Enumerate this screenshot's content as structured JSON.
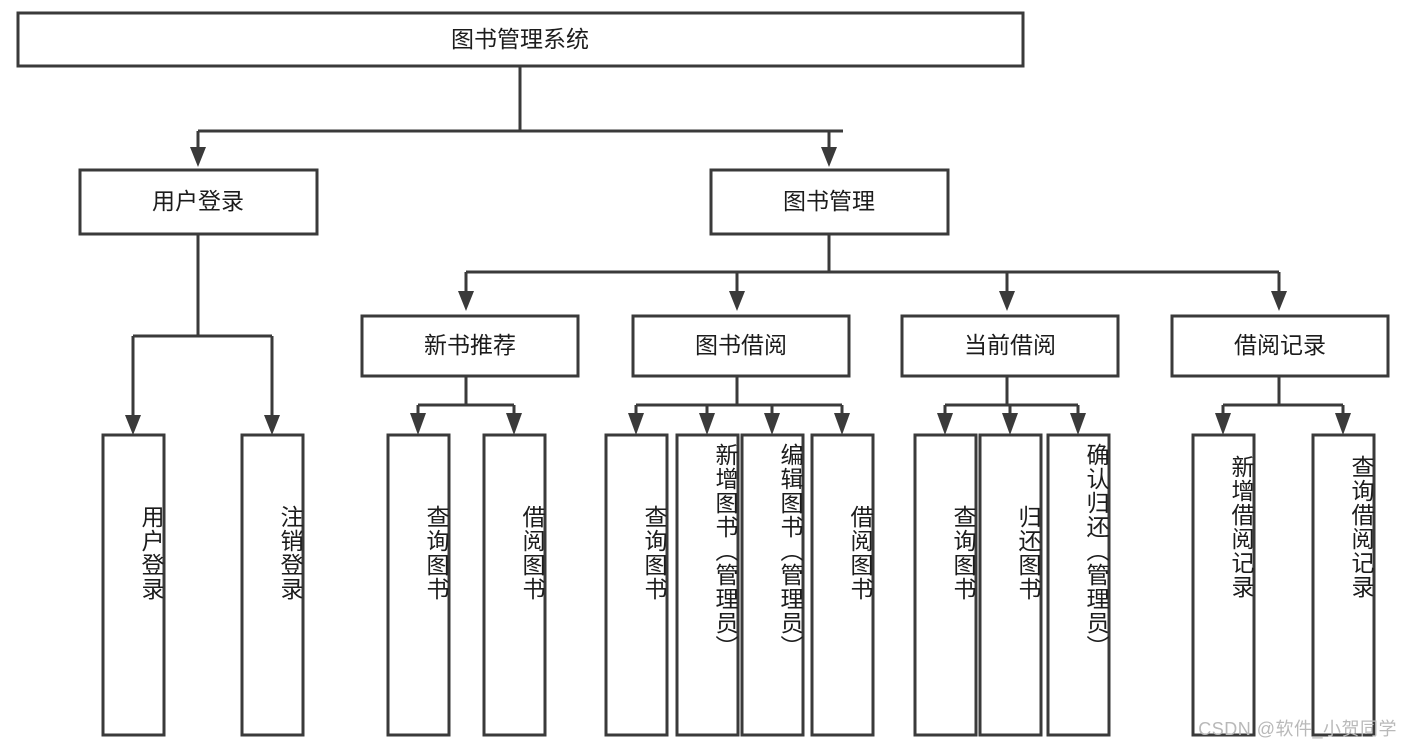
{
  "diagram": {
    "title": "图书管理系统",
    "watermark": "CSDN @软件_小贺同学",
    "colors": {
      "stroke": "#3a3a3a",
      "box_fill": "#ffffff",
      "text": "#1c1c1c",
      "watermark": "#b9b9b9",
      "background": "#ffffff"
    },
    "nodes": {
      "root": {
        "label": "图书管理系统"
      },
      "level2": [
        {
          "label": "用户登录"
        },
        {
          "label": "图书管理"
        }
      ],
      "level3": [
        {
          "label": "新书推荐"
        },
        {
          "label": "图书借阅"
        },
        {
          "label": "当前借阅"
        },
        {
          "label": "借阅记录"
        }
      ],
      "leaves": {
        "user_login": [
          {
            "label": "用户登录"
          },
          {
            "label": "注销登录"
          }
        ],
        "new_book": [
          {
            "label": "查询图书"
          },
          {
            "label": "借阅图书"
          }
        ],
        "book_borrow": [
          {
            "label": "查询图书"
          },
          {
            "label": "新增图书（管理员）"
          },
          {
            "label": "编辑图书（管理员）"
          },
          {
            "label": "借阅图书"
          }
        ],
        "current_borrow": [
          {
            "label": "查询图书"
          },
          {
            "label": "归还图书"
          },
          {
            "label": "确认归还（管理员）"
          }
        ],
        "borrow_record": [
          {
            "label": "新增借阅记录"
          },
          {
            "label": "查询借阅记录"
          }
        ]
      }
    }
  }
}
